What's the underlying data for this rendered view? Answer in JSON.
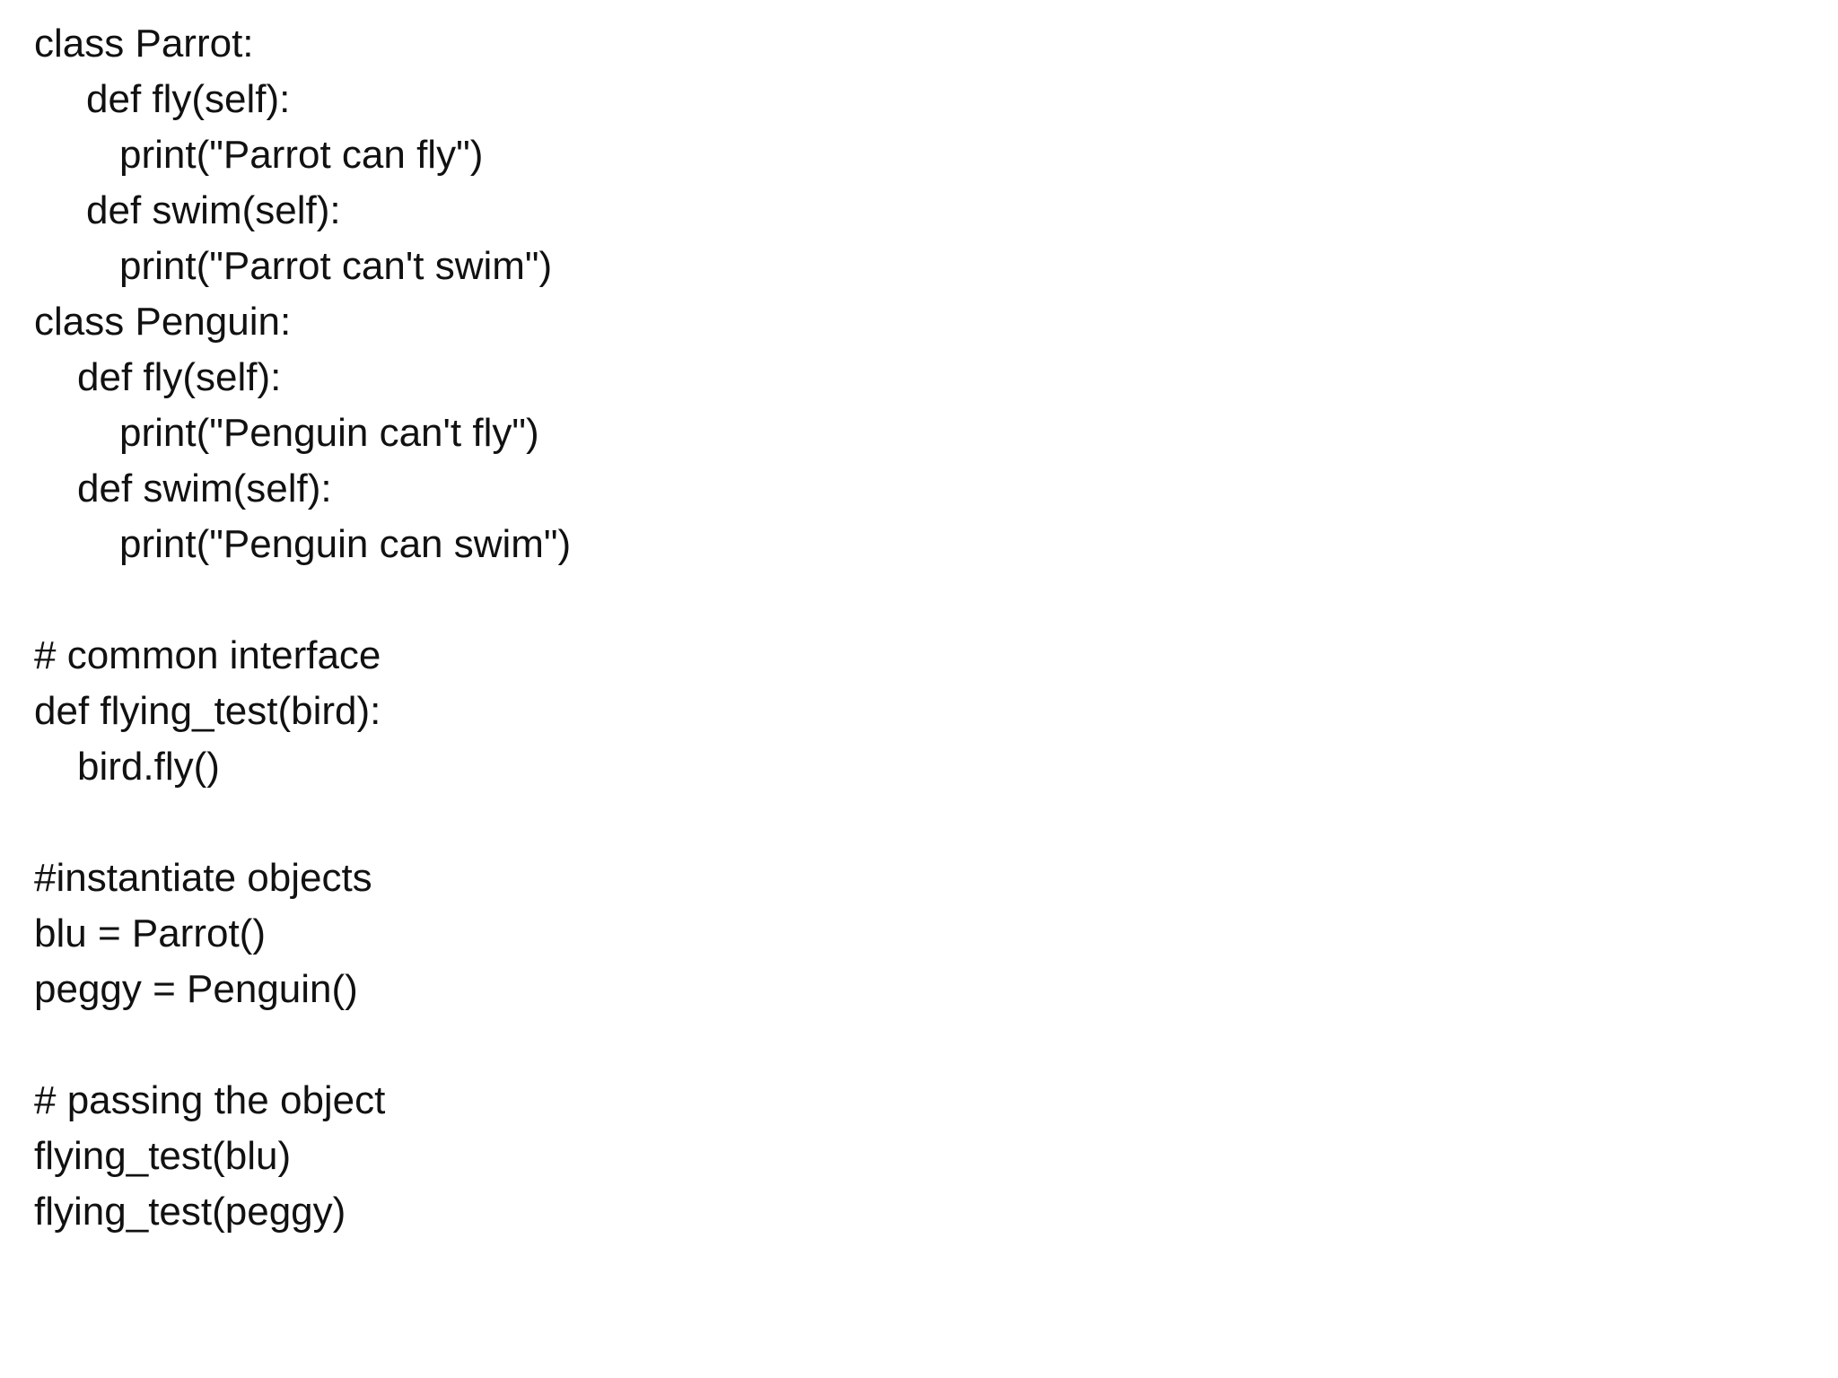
{
  "code": {
    "lines": [
      "class Parrot:",
      "def fly(self):",
      "print(\"Parrot can fly\")",
      "def swim(self):",
      "print(\"Parrot can't swim\")",
      "class Penguin:",
      "def fly(self):",
      "print(\"Penguin can't fly\")",
      "def swim(self):",
      "print(\"Penguin can swim\")",
      "",
      "# common interface",
      "def flying_test(bird):",
      "bird.fly()",
      "",
      "#instantiate objects",
      "blu = Parrot()",
      "peggy = Penguin()",
      "",
      "# passing the object",
      "flying_test(blu)",
      "flying_test(peggy)"
    ]
  }
}
